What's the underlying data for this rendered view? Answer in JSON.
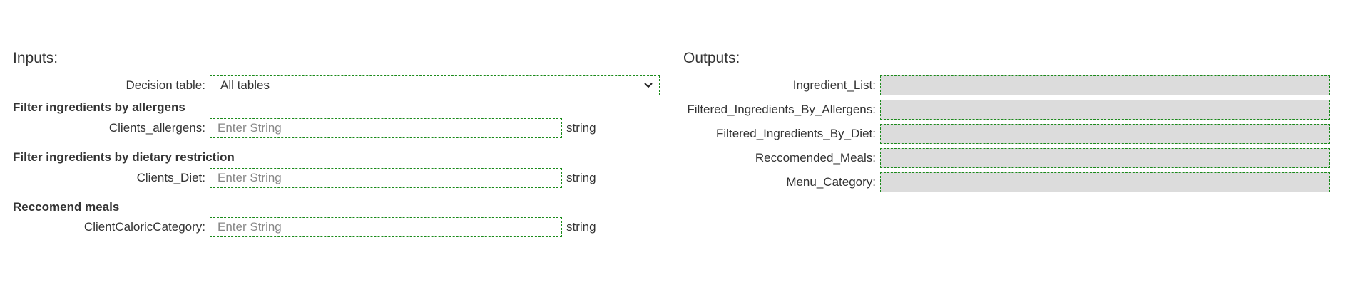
{
  "inputs": {
    "title": "Inputs:",
    "decision_table": {
      "label": "Decision table:",
      "selected": "All tables"
    },
    "sections": [
      {
        "heading": "Filter ingredients by allergens",
        "field": {
          "label": "Clients_allergens:",
          "placeholder": "Enter String",
          "value": "",
          "type": "string"
        }
      },
      {
        "heading": "Filter ingredients by dietary restriction",
        "field": {
          "label": "Clients_Diet:",
          "placeholder": "Enter String",
          "value": "",
          "type": "string"
        }
      },
      {
        "heading": "Reccomend meals",
        "field": {
          "label": "ClientCaloricCategory:",
          "placeholder": "Enter String",
          "value": "",
          "type": "string"
        }
      }
    ]
  },
  "outputs": {
    "title": "Outputs:",
    "fields": [
      {
        "label": "Ingredient_List:",
        "value": ""
      },
      {
        "label": "Filtered_Ingredients_By_Allergens:",
        "value": ""
      },
      {
        "label": "Filtered_Ingredients_By_Diet:",
        "value": ""
      },
      {
        "label": "Reccomended_Meals:",
        "value": ""
      },
      {
        "label": "Menu_Category:",
        "value": ""
      }
    ]
  },
  "colors": {
    "border_green": "#1a8a1a",
    "output_fill": "#dcdcdc",
    "text": "#333333",
    "placeholder": "#888888"
  },
  "icons": {
    "select_chevron": "chevron-down-icon"
  }
}
